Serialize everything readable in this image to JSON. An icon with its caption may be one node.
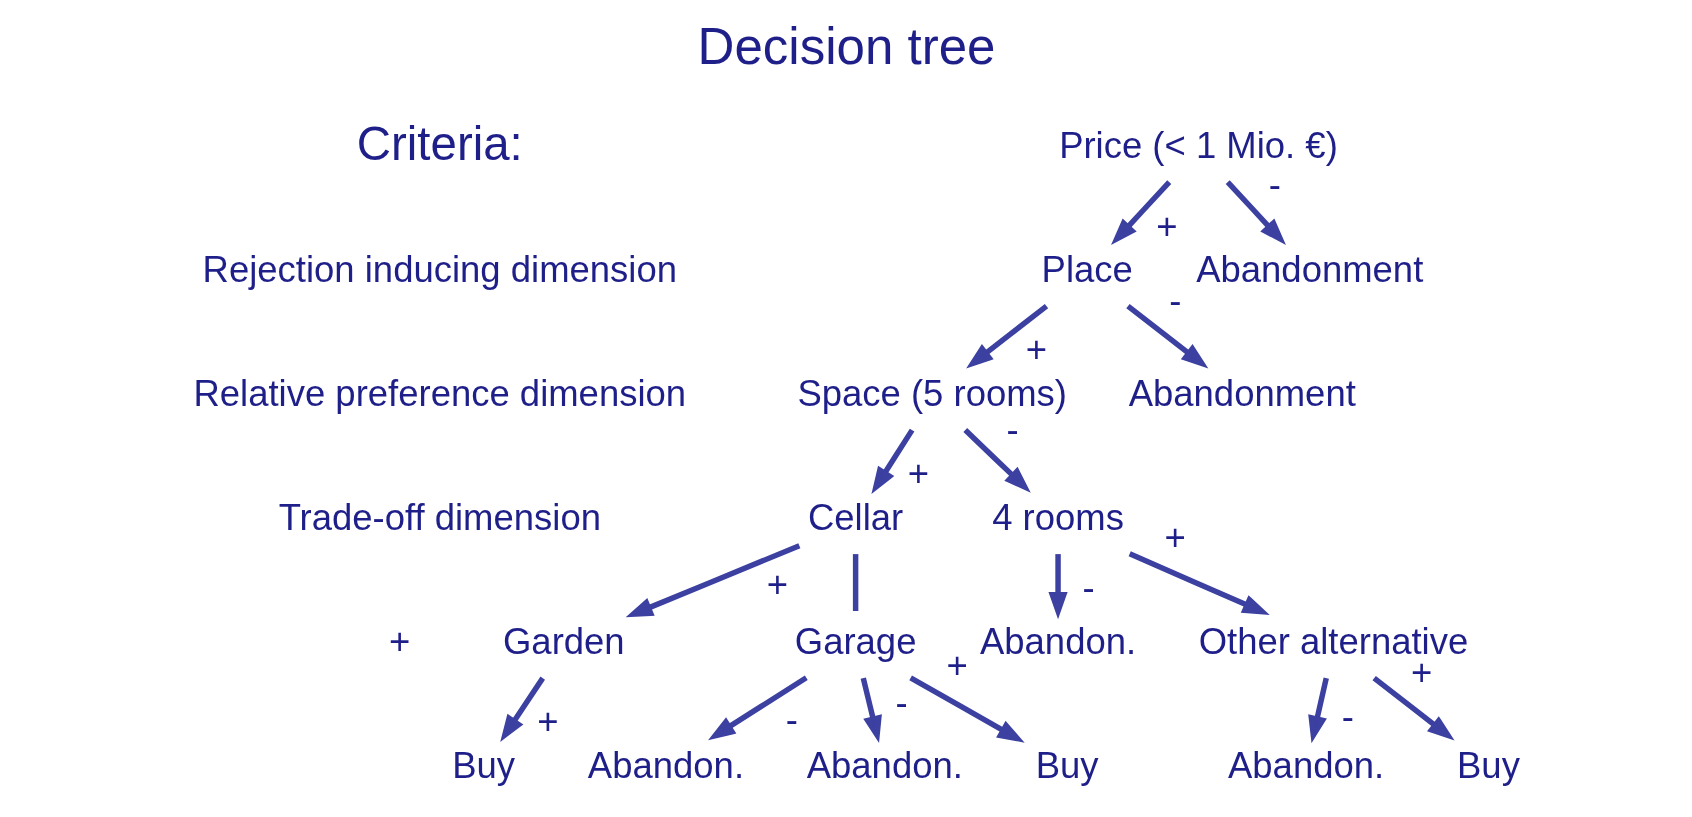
{
  "diagram": {
    "title": "Decision tree",
    "nodes": [
      {
        "text": [
          "Price (< 1 Mio. €)"
        ]
      },
      {
        "text": [
          "Place"
        ]
      },
      {
        "text": [
          "Abandonment"
        ]
      },
      {
        "text": [
          "Space (5 rooms)"
        ]
      },
      {
        "text": [
          "Abandonment"
        ]
      },
      {
        "text": [
          "Cellar"
        ]
      },
      {
        "text": [
          "4 rooms"
        ]
      },
      {
        "text": [
          "Garden"
        ]
      },
      {
        "text": [
          "Garage"
        ]
      },
      {
        "text": [
          "Abandon."
        ]
      },
      {
        "text": [
          "Other alternative"
        ]
      },
      {
        "text": [
          "Buy"
        ]
      },
      {
        "text": [
          "Abandon."
        ]
      },
      {
        "text": [
          "Abandon."
        ]
      },
      {
        "text": [
          "Buy"
        ]
      },
      {
        "text": [
          "Abandon."
        ]
      },
      {
        "text": [
          "Buy"
        ]
      }
    ],
    "edges": [
      {
        "from": 0,
        "to": 1,
        "arrow": "to",
        "label": "+"
      },
      {
        "from": 0,
        "to": 2,
        "arrow": "to",
        "label": "-"
      },
      {
        "from": 1,
        "to": 3,
        "arrow": "to",
        "label": "+"
      },
      {
        "from": 1,
        "to": 4,
        "arrow": "to",
        "label": "-"
      },
      {
        "from": 3,
        "to": 5,
        "arrow": "to",
        "label": "+"
      },
      {
        "from": 3,
        "to": 6,
        "arrow": "to",
        "label": "-"
      },
      {
        "from": 5,
        "to": 7,
        "arrow": "to",
        "label": "+"
      },
      {
        "from": 5,
        "to": 8,
        "arrow": "none"
      },
      {
        "from": 6,
        "to": 9,
        "arrow": "to",
        "label": "-"
      },
      {
        "from": 6,
        "to": 10,
        "arrow": "to",
        "label": "+"
      },
      {
        "from": 7,
        "to": 11,
        "arrow": "to",
        "label": "+"
      },
      {
        "from": 8,
        "to": 12,
        "arrow": "to",
        "label": "-"
      },
      {
        "from": 8,
        "to": 15,
        "arrow": "to",
        "label": "-"
      },
      {
        "from": 8,
        "to": 16,
        "arrow": "to",
        "label": "+"
      },
      {
        "from": 10,
        "to": 13,
        "arrow": "to",
        "label": "-"
      },
      {
        "from": 10,
        "to": 14,
        "arrow": "to",
        "label": "+"
      }
    ],
    "labels": [
      "Criteria:",
      "Rejection inducing dimension",
      "Relative preference dimension",
      "Trade-off dimension",
      "+"
    ]
  }
}
